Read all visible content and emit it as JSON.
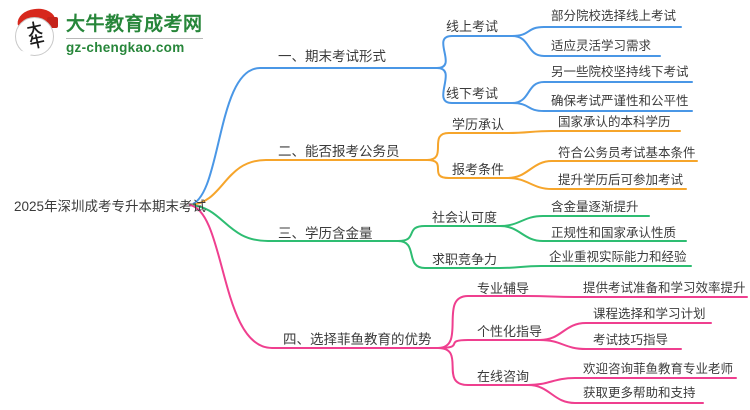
{
  "logo": {
    "title": "大牛教育成考网",
    "domain": "gz-chengkao.com",
    "icon_text": "大牛",
    "brand_green": "#27863a",
    "seal_red": "#d7281d"
  },
  "root": {
    "label": "2025年深圳成考专升本期末考试"
  },
  "colors": {
    "branch1": "#4a97e6",
    "branch2": "#f6a52b",
    "branch3": "#2ebd72",
    "branch4": "#ef3f8f",
    "text": "#3b3b3b"
  },
  "branches": [
    {
      "label": "一、期末考试形式",
      "color": "#4a97e6",
      "children": [
        {
          "label": "线上考试",
          "children": [
            {
              "label": "部分院校选择线上考试"
            },
            {
              "label": "适应灵活学习需求"
            }
          ]
        },
        {
          "label": "线下考试",
          "children": [
            {
              "label": "另一些院校坚持线下考试"
            },
            {
              "label": "确保考试严谨性和公平性"
            }
          ]
        }
      ]
    },
    {
      "label": "二、能否报考公务员",
      "color": "#f6a52b",
      "children": [
        {
          "label": "学历承认",
          "children": [
            {
              "label": "国家承认的本科学历"
            }
          ]
        },
        {
          "label": "报考条件",
          "children": [
            {
              "label": "符合公务员考试基本条件"
            },
            {
              "label": "提升学历后可参加考试"
            }
          ]
        }
      ]
    },
    {
      "label": "三、学历含金量",
      "color": "#2ebd72",
      "children": [
        {
          "label": "社会认可度",
          "children": [
            {
              "label": "含金量逐渐提升"
            },
            {
              "label": "正规性和国家承认性质"
            }
          ]
        },
        {
          "label": "求职竞争力",
          "children": [
            {
              "label": "企业重视实际能力和经验"
            }
          ]
        }
      ]
    },
    {
      "label": "四、选择菲鱼教育的优势",
      "color": "#ef3f8f",
      "children": [
        {
          "label": "专业辅导",
          "children": [
            {
              "label": "提供考试准备和学习效率提升"
            }
          ]
        },
        {
          "label": "个性化指导",
          "children": [
            {
              "label": "课程选择和学习计划"
            },
            {
              "label": "考试技巧指导"
            }
          ]
        },
        {
          "label": "在线咨询",
          "children": [
            {
              "label": "欢迎咨询菲鱼教育专业老师"
            },
            {
              "label": "获取更多帮助和支持"
            }
          ]
        }
      ]
    }
  ]
}
